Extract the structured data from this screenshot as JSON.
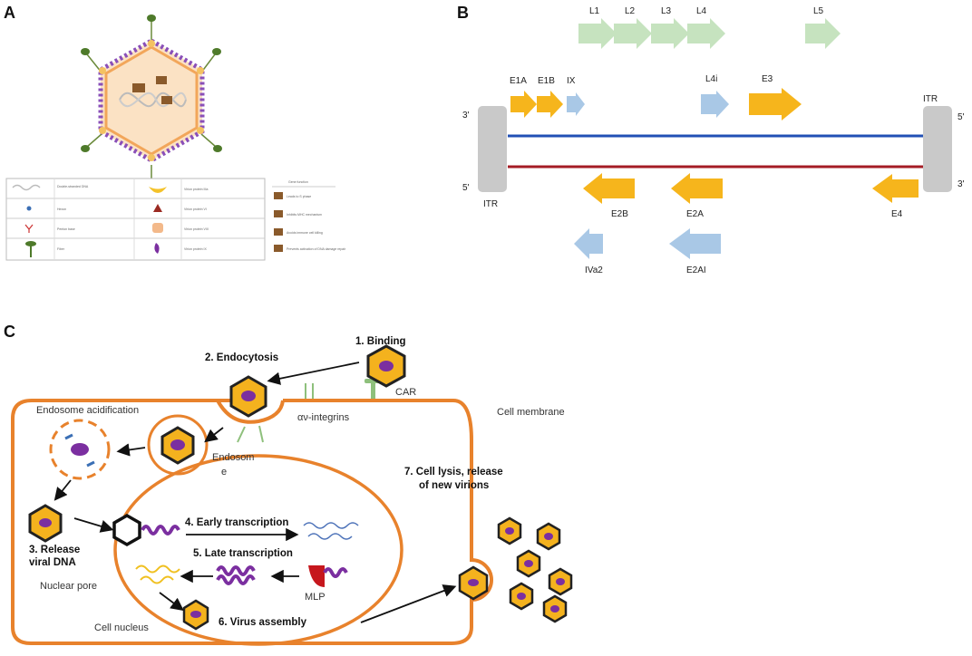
{
  "panels": {
    "a": "A",
    "b": "B",
    "c": "C"
  },
  "panel_a": {
    "legend": [
      {
        "label": "Double-stranded DNA",
        "icon": "dna-icon"
      },
      {
        "label": "Virion protein IIIa",
        "icon": "protein-iiia-icon"
      },
      {
        "label": "Hexon",
        "icon": "hexon-icon"
      },
      {
        "label": "Virion protein VI",
        "icon": "protein-vi-icon"
      },
      {
        "label": "Penton base",
        "icon": "penton-base-icon"
      },
      {
        "label": "Virion protein VIII",
        "icon": "protein-viii-icon"
      },
      {
        "label": "Fiber",
        "icon": "fiber-icon"
      },
      {
        "label": "Virion protein IX",
        "icon": "protein-ix-icon"
      }
    ],
    "gene_function": {
      "title": "Gene function",
      "items": [
        "Leads to S phase",
        "Inhibits MHC mechanism",
        "Avoids immune cell killing",
        "Prevents activation of DNA damage repair"
      ]
    }
  },
  "panel_b": {
    "late_genes": [
      "L1",
      "L2",
      "L3",
      "L4",
      "L5"
    ],
    "top_strand_genes": [
      "E1A",
      "E1B",
      "IX",
      "L4i",
      "E3"
    ],
    "bottom_strand_genes": [
      "E2B",
      "E2A",
      "E4"
    ],
    "bottom_blue_genes": [
      "IVa2",
      "E2AI"
    ],
    "end_labels": {
      "left_top": "3'",
      "left_bottom": "5'",
      "right_top": "5'",
      "right_bottom": "3'",
      "itr_left": "ITR",
      "itr_right": "ITR"
    },
    "colors": {
      "late": "#c6e3bf",
      "early": "#f6b51c",
      "blue": "#a9c8e6",
      "top_strand": "#2150b5",
      "bottom_strand": "#a41c24",
      "itr": "#c9c9c9"
    }
  },
  "panel_c": {
    "steps": {
      "binding": "1. Binding",
      "endocytosis": "2. Endocytosis",
      "release_line1": "3. Release",
      "release_line2": "viral DNA",
      "early": "4. Early transcription",
      "late": "5. Late transcription",
      "assembly": "6. Virus assembly",
      "lysis_line1": "7. Cell lysis, release",
      "lysis_line2": "of new virions"
    },
    "labels": {
      "car": "CAR",
      "integrins": "αν-integrins",
      "cell_membrane": "Cell membrane",
      "endosome_acid": "Endosome acidification",
      "endosome_line1": "Endosom",
      "endosome_line2": "e",
      "nuclear_pore": "Nuclear pore",
      "cell_nucleus": "Cell nucleus",
      "mlp": "MLP"
    },
    "colors": {
      "membrane": "#e8822c",
      "virion_purple": "#7b2fa0",
      "capsid_yellow": "#f4b21e",
      "mlp_red": "#c6171d",
      "rna_blue": "#4b71b8"
    }
  }
}
